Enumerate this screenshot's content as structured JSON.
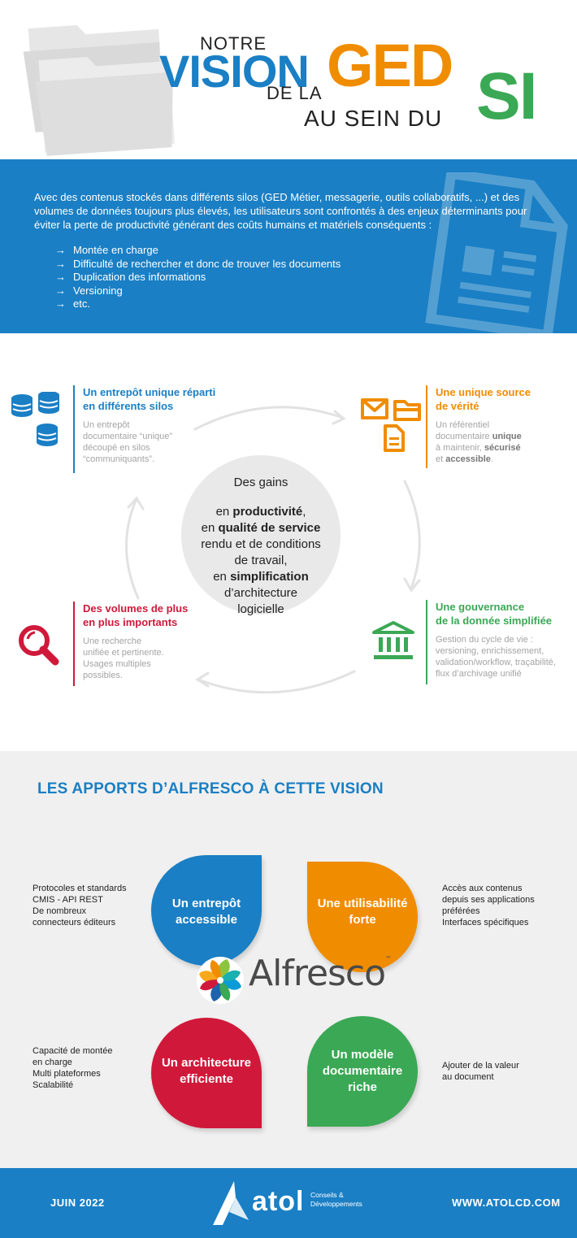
{
  "header": {
    "notre": "NOTRE",
    "vision": "VISION",
    "ged": "GED",
    "de_la": "DE LA",
    "si": "SI",
    "au_sein_du": "AU SEIN DU"
  },
  "intro": {
    "paragraph": "Avec des contenus stockés dans différents silos (GED Métier, messagerie, outils collaboratifs, ...) et des volumes de données toujours plus élevés, les utilisateurs sont confrontés à des enjeux déterminants pour éviter la perte de productivité générant des coûts humains et matériels conséquents :",
    "arrow": "→",
    "items": [
      "Montée en charge",
      "Difficulté de rechercher et donc de trouver les documents",
      "Duplication des informations",
      "Versioning",
      "etc."
    ]
  },
  "cycle": {
    "entrepot": {
      "title": [
        "Un entrepôt unique réparti",
        "en différents silos"
      ],
      "desc": [
        "Un entrepôt",
        "documentaire “unique”",
        "découpé en silos",
        "“communiquants”."
      ]
    },
    "source": {
      "title": [
        "Une unique source",
        "de vérité"
      ],
      "desc_1": "Un référentiel",
      "desc_2a": "documentaire ",
      "desc_2b": "unique",
      "desc_3a": "à maintenir, ",
      "desc_3b": "sécurisé",
      "desc_4a": "et ",
      "desc_4b": "accessible",
      "desc_4c": "."
    },
    "volumes": {
      "title": [
        "Des volumes de plus",
        "en plus importants"
      ],
      "desc": [
        "Une recherche",
        "unifiée et pertinente.",
        "Usages multiples",
        "possibles."
      ]
    },
    "gouvernance": {
      "title": [
        "Une gouvernance",
        "de la donnée simplifiée"
      ],
      "desc": [
        "Gestion du cycle de vie :",
        "versioning, enrichissement,",
        "validation/workflow, traçabilité,",
        "flux d’archivage unifié"
      ]
    },
    "center": {
      "heading": "Des gains",
      "l1a": "en ",
      "l1b": "productivité",
      "l1c": ",",
      "l2a": "en ",
      "l2b": "qualité de service",
      "l3": "rendu et de conditions",
      "l4": "de travail,",
      "l5a": "en ",
      "l5b": "simplification",
      "l6": "d’architecture",
      "l7": "logicielle"
    }
  },
  "alfresco": {
    "title": "LES APPORTS D’ALFRESCO À CETTE VISION",
    "brand": "Alfresco",
    "trademark": "™",
    "drops": [
      {
        "label": [
          "Un entrepôt",
          "accessible"
        ],
        "color": "#1a7fc4"
      },
      {
        "label": [
          "Une utilisabilité",
          "forte"
        ],
        "color": "#f08c00"
      },
      {
        "label": [
          "Un architecture",
          "efficiente"
        ],
        "color": "#d0193a"
      },
      {
        "label": [
          "Un modèle",
          "documentaire",
          "riche"
        ],
        "color": "#3aa854"
      }
    ],
    "side_tl": [
      "Protocoles et standards",
      "CMIS - API REST",
      "De nombreux",
      "connecteurs éditeurs"
    ],
    "side_tr": [
      "Accès aux contenus",
      "depuis ses applications",
      "préférées",
      "Interfaces spécifiques"
    ],
    "side_bl": [
      "Capacité de montée",
      "en charge",
      "Multi plateformes",
      "Scalabilité"
    ],
    "side_br": [
      "Ajouter de la valeur",
      "au document"
    ]
  },
  "footer": {
    "date": "JUIN 2022",
    "brand": "atol",
    "sub_1": "Conseils &",
    "sub_2": "Développements",
    "url": "WWW.ATOLCD.COM"
  },
  "colors": {
    "blue": "#1a7fc4",
    "orange": "#f08c00",
    "green": "#3aa854",
    "red": "#d0193a"
  }
}
